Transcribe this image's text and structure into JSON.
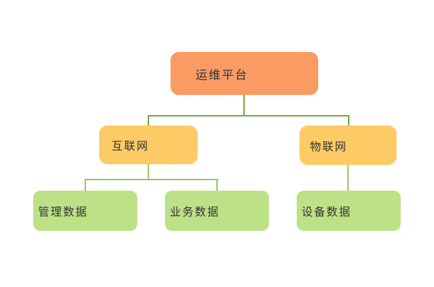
{
  "diagram": {
    "nodes": {
      "root": {
        "label": "运维平台"
      },
      "internet": {
        "label": "互联网"
      },
      "iot": {
        "label": "物联网"
      },
      "mgmt_data": {
        "label": "管理数据"
      },
      "business_data": {
        "label": "业务数据"
      },
      "device_data": {
        "label": "设备数据"
      }
    },
    "edges": [
      {
        "from": "运维平台",
        "to": "互联网"
      },
      {
        "from": "运维平台",
        "to": "物联网"
      },
      {
        "from": "互联网",
        "to": "管理数据"
      },
      {
        "from": "互联网",
        "to": "业务数据"
      },
      {
        "from": "物联网",
        "to": "设备数据"
      }
    ],
    "colors": {
      "root_fill": "#fa9b64",
      "branch_fill": "#fccb66",
      "leaf_fill": "#bde187",
      "connector_dark": "#6aa93c",
      "connector_light": "#97c561",
      "text": "#333333",
      "background": "#ffffff"
    }
  }
}
